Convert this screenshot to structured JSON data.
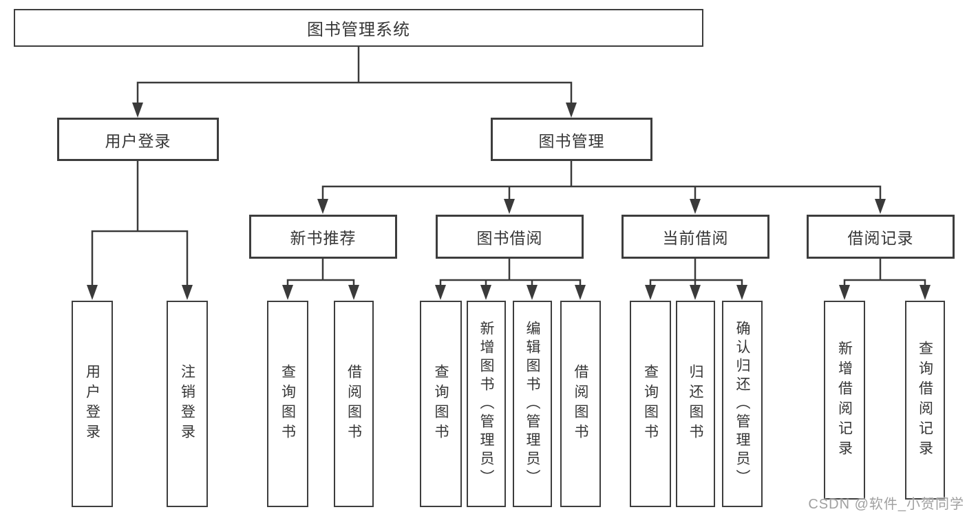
{
  "root": {
    "label": "图书管理系统"
  },
  "level2": [
    {
      "label": "用户登录"
    },
    {
      "label": "图书管理"
    }
  ],
  "level3": [
    {
      "label": "新书推荐"
    },
    {
      "label": "图书借阅"
    },
    {
      "label": "当前借阅"
    },
    {
      "label": "借阅记录"
    }
  ],
  "level4": {
    "user_login": [
      "用户登录",
      "注销登录"
    ],
    "new_book_recommend": [
      "查询图书",
      "借阅图书"
    ],
    "book_borrow": [
      "查询图书",
      "新增图书（管理员）",
      "编辑图书（管理员）",
      "借阅图书"
    ],
    "current_borrow": [
      "查询图书",
      "归还图书",
      "确认归还（管理员）"
    ],
    "borrow_records": [
      "新增借阅记录",
      "查询借阅记录"
    ]
  },
  "watermark": {
    "text": "CSDN @软件_小贺同学"
  },
  "colors": {
    "line": "#3a3a3a",
    "border": "#3d3d3d",
    "text": "#363636",
    "watermark": "#a0a0a0",
    "background": "#ffffff"
  }
}
